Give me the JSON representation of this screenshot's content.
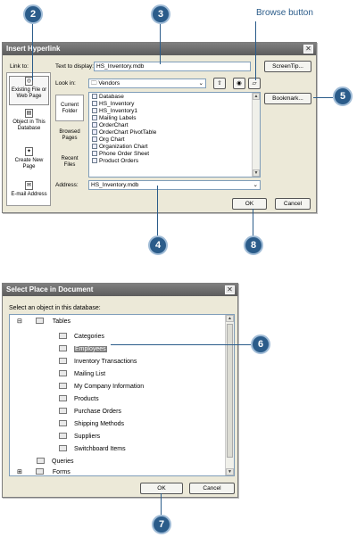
{
  "callouts": {
    "c2": "2",
    "c3": "3",
    "c4": "4",
    "c5": "5",
    "c6": "6",
    "c7": "7",
    "c8": "8"
  },
  "annotation": {
    "browse_label": "Browse button"
  },
  "insert_hyperlink": {
    "title": "Insert Hyperlink",
    "link_to_label": "Link to:",
    "link_items": [
      "Existing File or Web Page",
      "Object in This Database",
      "Create New Page",
      "E-mail Address"
    ],
    "text_to_display_label": "Text to display:",
    "text_to_display_value": "HS_Inventory.mdb",
    "screentip_button": "ScreenTip...",
    "look_in_label": "Look in:",
    "look_in_value": "Vendors",
    "nav_items": [
      "Current Folder",
      "Browsed Pages",
      "Recent Files"
    ],
    "files": [
      "Database",
      "HS_Inventory",
      "HS_Inventory1",
      "Mailing Labels",
      "OrderChart",
      "OrderChart PivotTable",
      "Org Chart",
      "Organization Chart",
      "Phone Order Sheet",
      "Product Orders"
    ],
    "bookmark_button": "Bookmark...",
    "address_label": "Address:",
    "address_value": "HS_Inventory.mdb",
    "ok_button": "OK",
    "cancel_button": "Cancel"
  },
  "select_place": {
    "title": "Select Place in Document",
    "prompt": "Select an object in this database:",
    "root": "Tables",
    "tables": [
      "Categories",
      "Employees",
      "Inventory Transactions",
      "Mailing List",
      "My Company Information",
      "Products",
      "Purchase Orders",
      "Shipping Methods",
      "Suppliers",
      "Switchboard Items"
    ],
    "selected": "Employees",
    "other_nodes": [
      "Queries",
      "Forms"
    ],
    "ok_button": "OK",
    "cancel_button": "Cancel"
  }
}
